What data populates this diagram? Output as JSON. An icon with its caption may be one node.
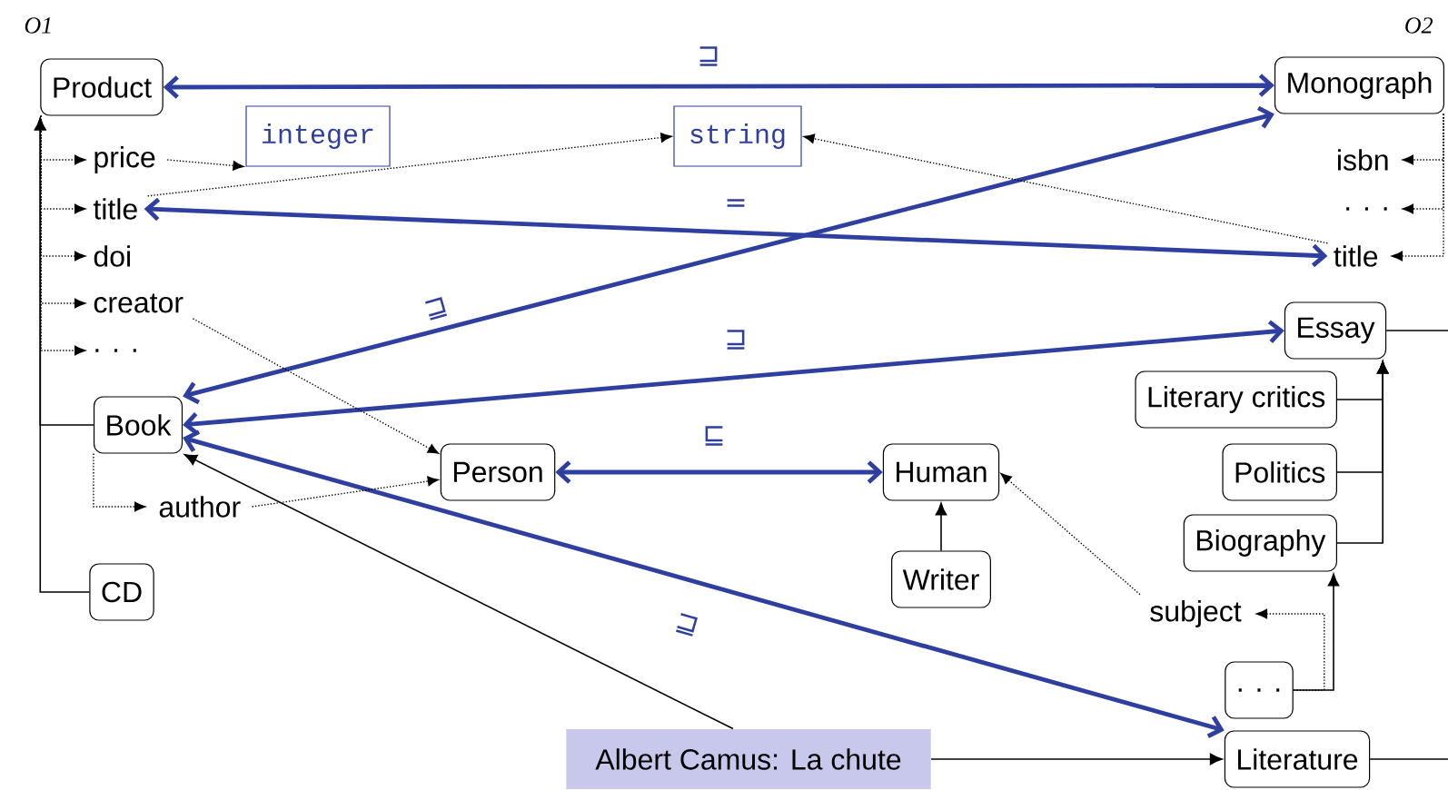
{
  "diagram": {
    "nodes": [
      {
        "text": [
          "Product"
        ]
      },
      {
        "text": [
          "price"
        ]
      },
      {
        "text": [
          "title"
        ]
      },
      {
        "text": [
          "doi"
        ]
      },
      {
        "text": [
          "creator"
        ]
      },
      {
        "text": [
          ". . ."
        ]
      },
      {
        "text": [
          "integer"
        ]
      },
      {
        "text": [
          "string"
        ]
      },
      {
        "text": [
          "Book"
        ]
      },
      {
        "text": [
          "author"
        ]
      },
      {
        "text": [
          "CD"
        ]
      },
      {
        "text": [
          "Person"
        ]
      },
      {
        "text": [
          "Human"
        ]
      },
      {
        "text": [
          "Writer"
        ]
      },
      {
        "text": [
          "Albert Camus: La chute"
        ]
      },
      {
        "text": [
          "Monograph"
        ]
      },
      {
        "text": [
          "isbn"
        ]
      },
      {
        "text": [
          ". . ."
        ]
      },
      {
        "text": [
          "title"
        ]
      },
      {
        "text": [
          "Essay"
        ]
      },
      {
        "text": [
          "Literary critics"
        ]
      },
      {
        "text": [
          "Politics"
        ]
      },
      {
        "text": [
          "Biography"
        ]
      },
      {
        "text": [
          "subject"
        ]
      },
      {
        "text": [
          ". . ."
        ]
      },
      {
        "text": [
          "Literature"
        ]
      }
    ],
    "edges": [
      {
        "from": 0,
        "to": 15,
        "arrow": "both",
        "label": "⊒",
        "style": "thick",
        "color": "#2e3f9f"
      },
      {
        "from": 2,
        "to": 18,
        "arrow": "both",
        "label": "=",
        "style": "thick",
        "color": "#2e3f9f"
      },
      {
        "from": 8,
        "to": 15,
        "arrow": "both",
        "label": "⊒",
        "style": "thick",
        "color": "#2e3f9f"
      },
      {
        "from": 8,
        "to": 19,
        "arrow": "both",
        "label": "⊒",
        "style": "thick",
        "color": "#2e3f9f"
      },
      {
        "from": 8,
        "to": 25,
        "arrow": "both",
        "label": "⊒",
        "style": "thick",
        "color": "#2e3f9f"
      },
      {
        "from": 11,
        "to": 12,
        "arrow": "both",
        "label": "⊑",
        "style": "thick",
        "color": "#2e3f9f"
      },
      {
        "from": 8,
        "to": 0,
        "arrow": "to"
      },
      {
        "from": 10,
        "to": 0,
        "arrow": "to"
      },
      {
        "from": 0,
        "to": 1,
        "arrow": "to",
        "style": "dashed"
      },
      {
        "from": 0,
        "to": 2,
        "arrow": "to",
        "style": "dashed"
      },
      {
        "from": 0,
        "to": 3,
        "arrow": "to",
        "style": "dashed"
      },
      {
        "from": 0,
        "to": 4,
        "arrow": "to",
        "style": "dashed"
      },
      {
        "from": 0,
        "to": 5,
        "arrow": "to",
        "style": "dashed"
      },
      {
        "from": 15,
        "to": 16,
        "arrow": "to",
        "style": "dashed"
      },
      {
        "from": 15,
        "to": 17,
        "arrow": "to",
        "style": "dashed"
      },
      {
        "from": 15,
        "to": 18,
        "arrow": "to",
        "style": "dashed"
      },
      {
        "from": 1,
        "to": 6,
        "arrow": "to",
        "style": "dashed"
      },
      {
        "from": 2,
        "to": 7,
        "arrow": "to",
        "style": "dashed"
      },
      {
        "from": 18,
        "to": 7,
        "arrow": "to",
        "style": "dashed"
      },
      {
        "from": 4,
        "to": 11,
        "arrow": "to",
        "style": "dashed"
      },
      {
        "from": 9,
        "to": 11,
        "arrow": "to",
        "style": "dashed"
      },
      {
        "from": 8,
        "to": 9,
        "arrow": "to",
        "style": "dashed"
      },
      {
        "from": 24,
        "to": 23,
        "arrow": "to",
        "style": "dashed"
      },
      {
        "from": 23,
        "to": 12,
        "arrow": "to",
        "style": "dashed"
      },
      {
        "from": 13,
        "to": 12,
        "arrow": "to"
      },
      {
        "from": 20,
        "to": 19,
        "arrow": "to"
      },
      {
        "from": 21,
        "to": 19,
        "arrow": "to"
      },
      {
        "from": 22,
        "to": 19,
        "arrow": "to"
      },
      {
        "from": 24,
        "to": 22,
        "arrow": "to"
      },
      {
        "from": 19,
        "to": null,
        "arrow": "none"
      },
      {
        "from": 25,
        "to": null,
        "arrow": "none"
      },
      {
        "from": 14,
        "to": 25,
        "arrow": "to"
      },
      {
        "from": 14,
        "to": 8,
        "arrow": "to"
      }
    ],
    "labels": [
      "O1",
      "O2"
    ]
  }
}
